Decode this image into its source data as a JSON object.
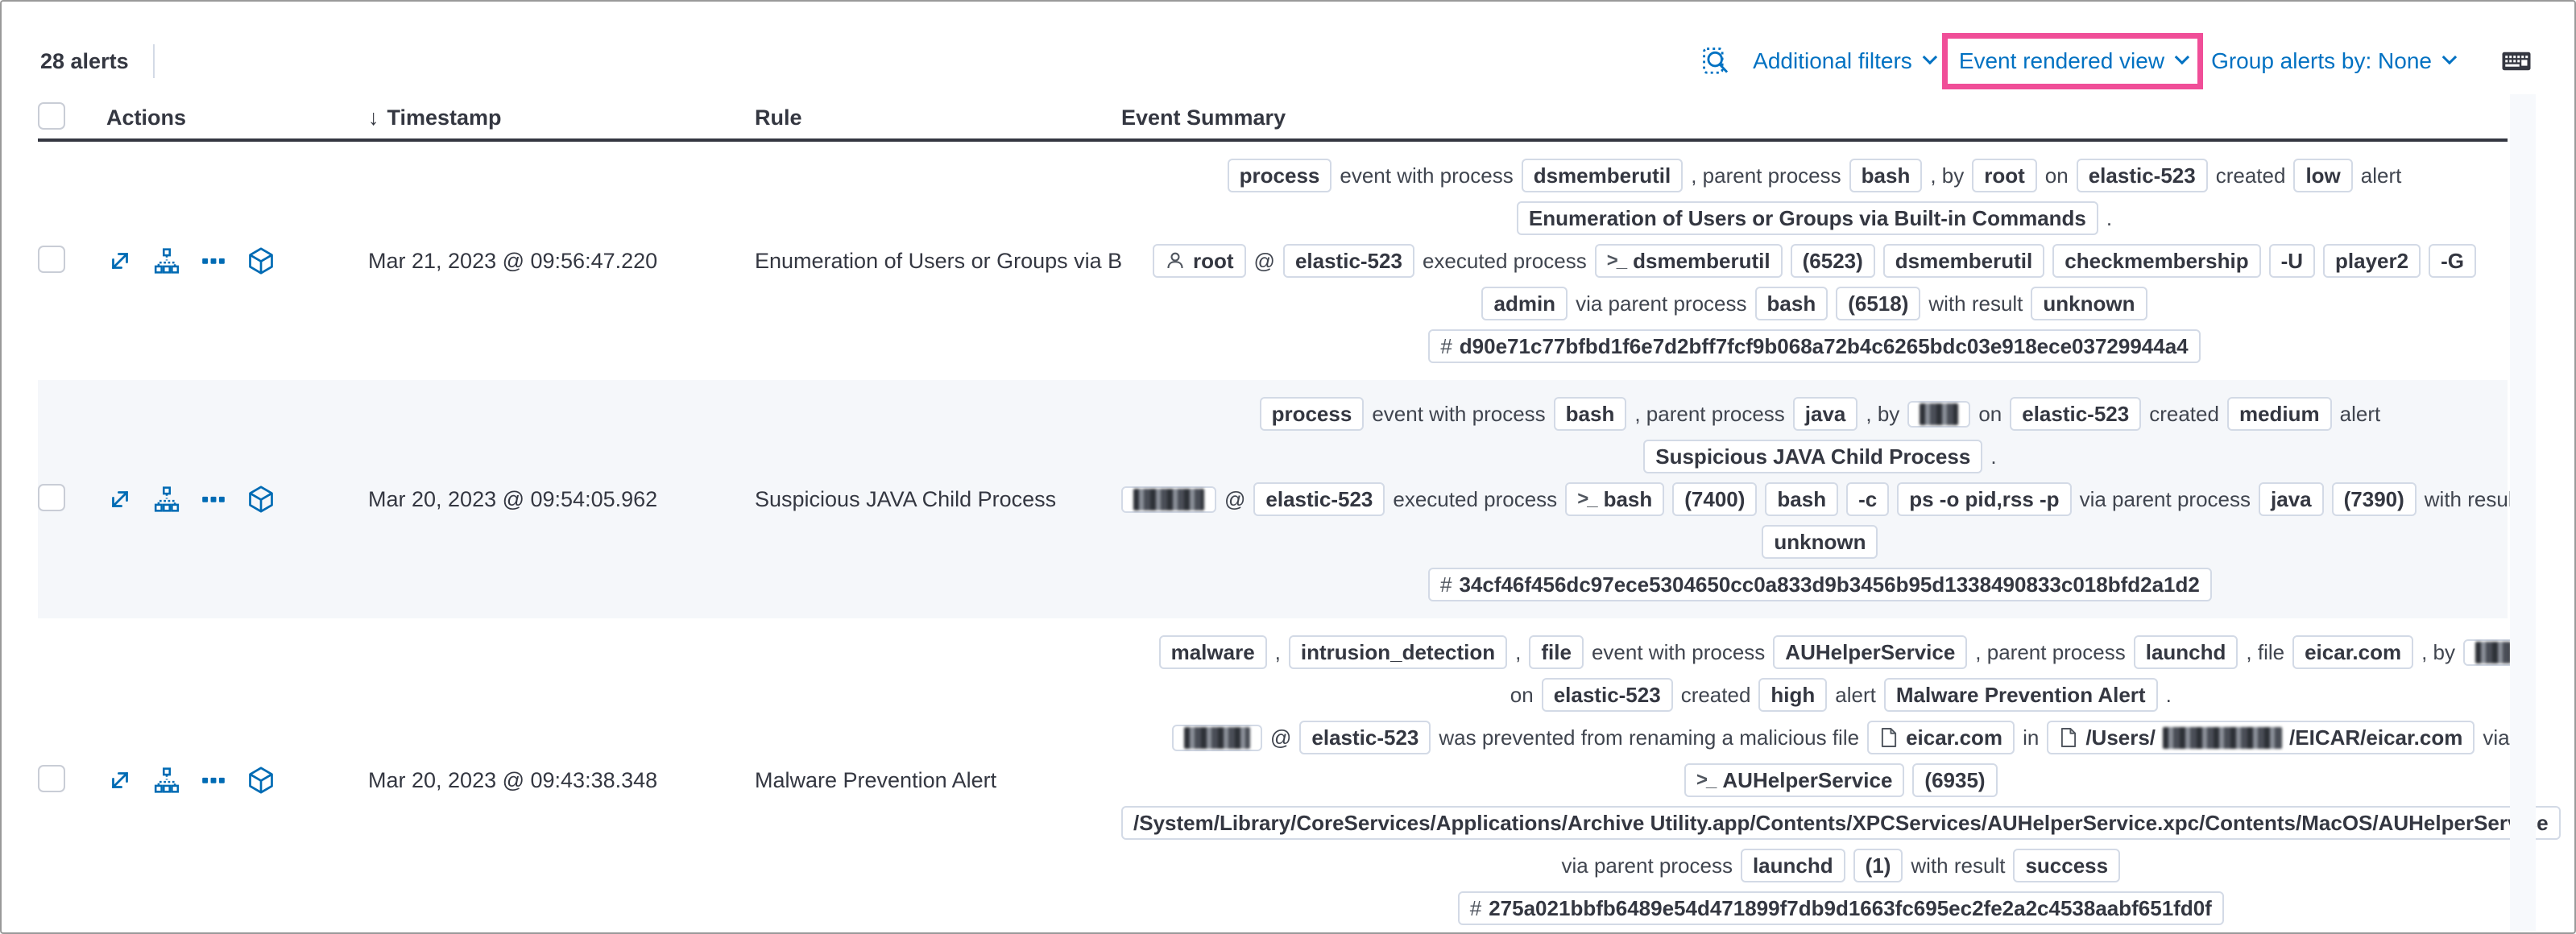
{
  "toolbar": {
    "alert_count": "28 alerts",
    "additional_filters_label": "Additional filters",
    "view_selector_label": "Event rendered view",
    "group_alerts_label": "Group alerts by: None"
  },
  "colors": {
    "accent_pink": "#f04e98",
    "link_blue": "#0071c2",
    "icon_blue": "#006bb4",
    "dark_text": "#343741",
    "row_stripe": "#f5f7fa",
    "badge_border": "#d3dae6"
  },
  "columns": {
    "actions": "Actions",
    "timestamp": "Timestamp",
    "rule": "Rule",
    "event_summary": "Event Summary"
  },
  "rows": [
    {
      "timestamp": "Mar 21, 2023 @ 09:56:47.220",
      "rule": "Enumeration of Users or Groups via Bui",
      "lines": [
        [
          {
            "badge": "process"
          },
          {
            "text": "event with process"
          },
          {
            "badge": "dsmemberutil"
          },
          {
            "text": ", parent process"
          },
          {
            "badge": "bash"
          },
          {
            "text": ", by"
          },
          {
            "badge": "root"
          },
          {
            "text": "on"
          },
          {
            "badge": "elastic-523"
          },
          {
            "text": "created"
          },
          {
            "badge": "low"
          },
          {
            "text": "alert"
          }
        ],
        [
          {
            "badge": "Enumeration of Users or Groups via Built-in Commands"
          },
          {
            "text": "."
          }
        ],
        [
          {
            "badge": "root",
            "icon": "user"
          },
          {
            "text": "@"
          },
          {
            "badge": "elastic-523"
          },
          {
            "text": "executed process"
          },
          {
            "badge": "dsmemberutil",
            "icon": "terminal"
          },
          {
            "badge": "(6523)"
          },
          {
            "badge": "dsmemberutil"
          },
          {
            "badge": "checkmembership"
          },
          {
            "badge": "-U"
          },
          {
            "badge": "player2"
          },
          {
            "badge": "-G"
          }
        ],
        [
          {
            "badge": "admin"
          },
          {
            "text": "via parent process"
          },
          {
            "badge": "bash"
          },
          {
            "badge": "(6518)"
          },
          {
            "text": "with result"
          },
          {
            "badge": "unknown"
          }
        ],
        [
          {
            "badge": "d90e71c77bfbd1f6e7d2bff7fcf9b068a72b4c6265bdc03e918ece03729944a4",
            "icon": "hash"
          }
        ]
      ]
    },
    {
      "timestamp": "Mar 20, 2023 @ 09:54:05.962",
      "rule": "Suspicious JAVA Child Process",
      "stripe": true,
      "lines": [
        [
          {
            "badge": "process"
          },
          {
            "text": "event with process"
          },
          {
            "badge": "bash"
          },
          {
            "text": ", parent process"
          },
          {
            "badge": "java"
          },
          {
            "text": ", by"
          },
          {
            "badge_redacted": 48
          },
          {
            "text": "on"
          },
          {
            "badge": "elastic-523"
          },
          {
            "text": "created"
          },
          {
            "badge": "medium"
          },
          {
            "text": "alert"
          }
        ],
        [
          {
            "badge": "Suspicious JAVA Child Process"
          },
          {
            "text": "."
          }
        ],
        [
          {
            "badge_redacted": 88
          },
          {
            "text": "@"
          },
          {
            "badge": "elastic-523"
          },
          {
            "text": "executed process"
          },
          {
            "badge": "bash",
            "icon": "terminal"
          },
          {
            "badge": "(7400)"
          },
          {
            "badge": "bash"
          },
          {
            "badge": "-c"
          },
          {
            "badge": "ps -o pid,rss -p"
          },
          {
            "text": "via parent process"
          },
          {
            "badge": "java"
          },
          {
            "badge": "(7390)"
          },
          {
            "text": "with result"
          }
        ],
        [
          {
            "badge": "unknown"
          }
        ],
        [
          {
            "badge": "34cf46f456dc97ece5304650cc0a833d9b3456b95d1338490833c018bfd2a1d2",
            "icon": "hash"
          }
        ]
      ]
    },
    {
      "timestamp": "Mar 20, 2023 @ 09:43:38.348",
      "rule": "Malware Prevention Alert",
      "lines": [
        [
          {
            "badge": "malware"
          },
          {
            "text": ","
          },
          {
            "badge": "intrusion_detection"
          },
          {
            "text": ","
          },
          {
            "badge": "file"
          },
          {
            "text": "event with process"
          },
          {
            "badge": "AUHelperService"
          },
          {
            "text": ", parent process"
          },
          {
            "badge": "launchd"
          },
          {
            "text": ", file"
          },
          {
            "badge": "eicar.com"
          },
          {
            "text": ", by"
          },
          {
            "badge_redacted": 44
          }
        ],
        [
          {
            "text": "on"
          },
          {
            "badge": "elastic-523"
          },
          {
            "text": "created"
          },
          {
            "badge": "high"
          },
          {
            "text": "alert"
          },
          {
            "badge": "Malware Prevention Alert"
          },
          {
            "text": "."
          }
        ],
        [
          {
            "badge_redacted": 82
          },
          {
            "text": "@"
          },
          {
            "badge": "elastic-523"
          },
          {
            "text": "was prevented from renaming a malicious file"
          },
          {
            "badge": "eicar.com",
            "icon": "file"
          },
          {
            "text": "in"
          },
          {
            "badge_parts": [
              {
                "text": "/Users/"
              },
              {
                "redacted": 148
              },
              {
                "text": "/EICAR/eicar.com"
              }
            ],
            "icon": "file"
          },
          {
            "text": "via"
          }
        ],
        [
          {
            "badge": "AUHelperService",
            "icon": "terminal"
          },
          {
            "badge": "(6935)"
          }
        ],
        [
          {
            "badge": "/System/Library/CoreServices/Applications/Archive Utility.app/Contents/XPCServices/AUHelperService.xpc/Contents/MacOS/AUHelperService"
          }
        ],
        [
          {
            "text": "via parent process"
          },
          {
            "badge": "launchd"
          },
          {
            "badge": "(1)"
          },
          {
            "text": "with result"
          },
          {
            "badge": "success"
          }
        ],
        [
          {
            "badge": "275a021bbfb6489e54d471899f7db9d1663fc695ec2fe2a2c4538aabf651fd0f",
            "icon": "hash"
          }
        ]
      ]
    }
  ]
}
